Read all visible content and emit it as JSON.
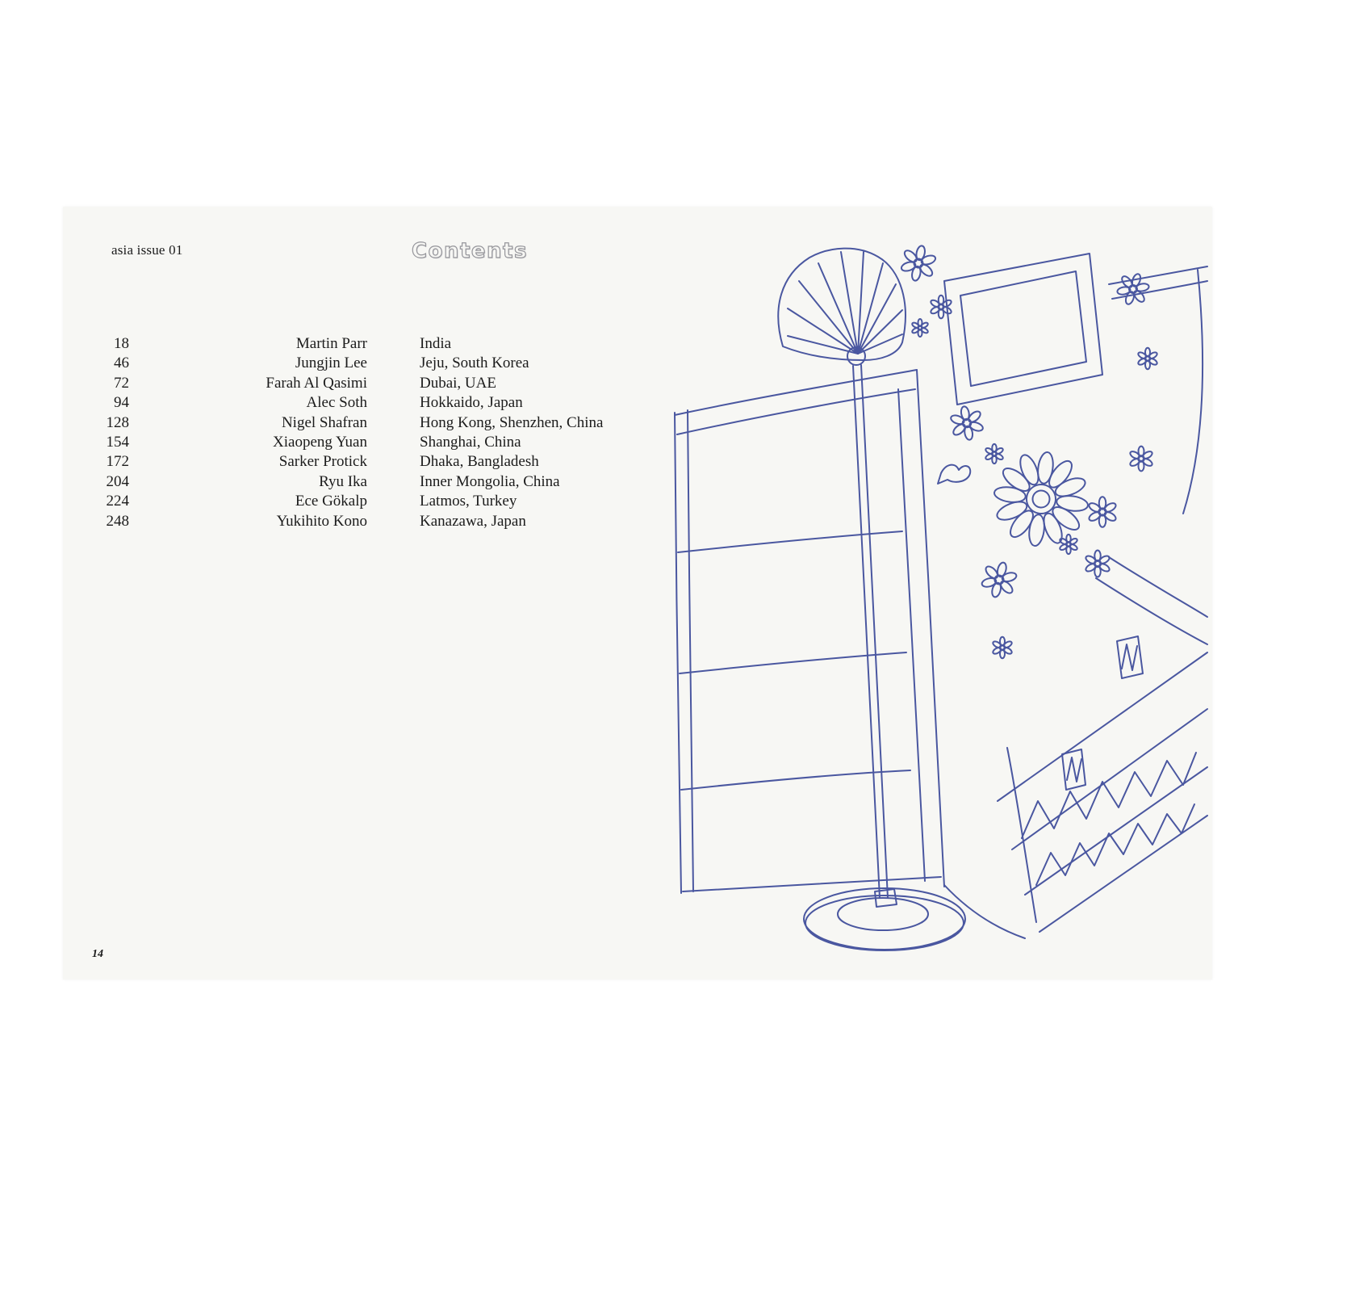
{
  "colors": {
    "backdrop": "#ffffff",
    "paper": "#f7f7f4",
    "text": "#1c1c1c",
    "sketchInk": "#4a57a0"
  },
  "page": {
    "issue_label": "asia issue 01",
    "title": "Contents",
    "folio": "14"
  },
  "contents": {
    "entries": [
      {
        "page": "18",
        "artist": "Martin Parr",
        "location": "India"
      },
      {
        "page": "46",
        "artist": "Jungjin Lee",
        "location": "Jeju, South Korea"
      },
      {
        "page": "72",
        "artist": "Farah Al Qasimi",
        "location": "Dubai, UAE"
      },
      {
        "page": "94",
        "artist": "Alec Soth",
        "location": "Hokkaido, Japan"
      },
      {
        "page": "128",
        "artist": "Nigel Shafran",
        "location": "Hong Kong, Shenzhen, China"
      },
      {
        "page": "154",
        "artist": "Xiaopeng Yuan",
        "location": "Shanghai, China"
      },
      {
        "page": "172",
        "artist": "Sarker Protick",
        "location": "Dhaka, Bangladesh"
      },
      {
        "page": "204",
        "artist": "Ryu Ika",
        "location": "Inner Mongolia, China"
      },
      {
        "page": "224",
        "artist": "Ece Gökalp",
        "location": "Latmos, Turkey"
      },
      {
        "page": "248",
        "artist": "Yukihito Kono",
        "location": "Kanazawa, Japan"
      }
    ]
  },
  "sketch": {
    "alt": "blue ballpoint pen sketch: standing fan beside a window, flower-patterned fabric and zigzag blanket"
  }
}
